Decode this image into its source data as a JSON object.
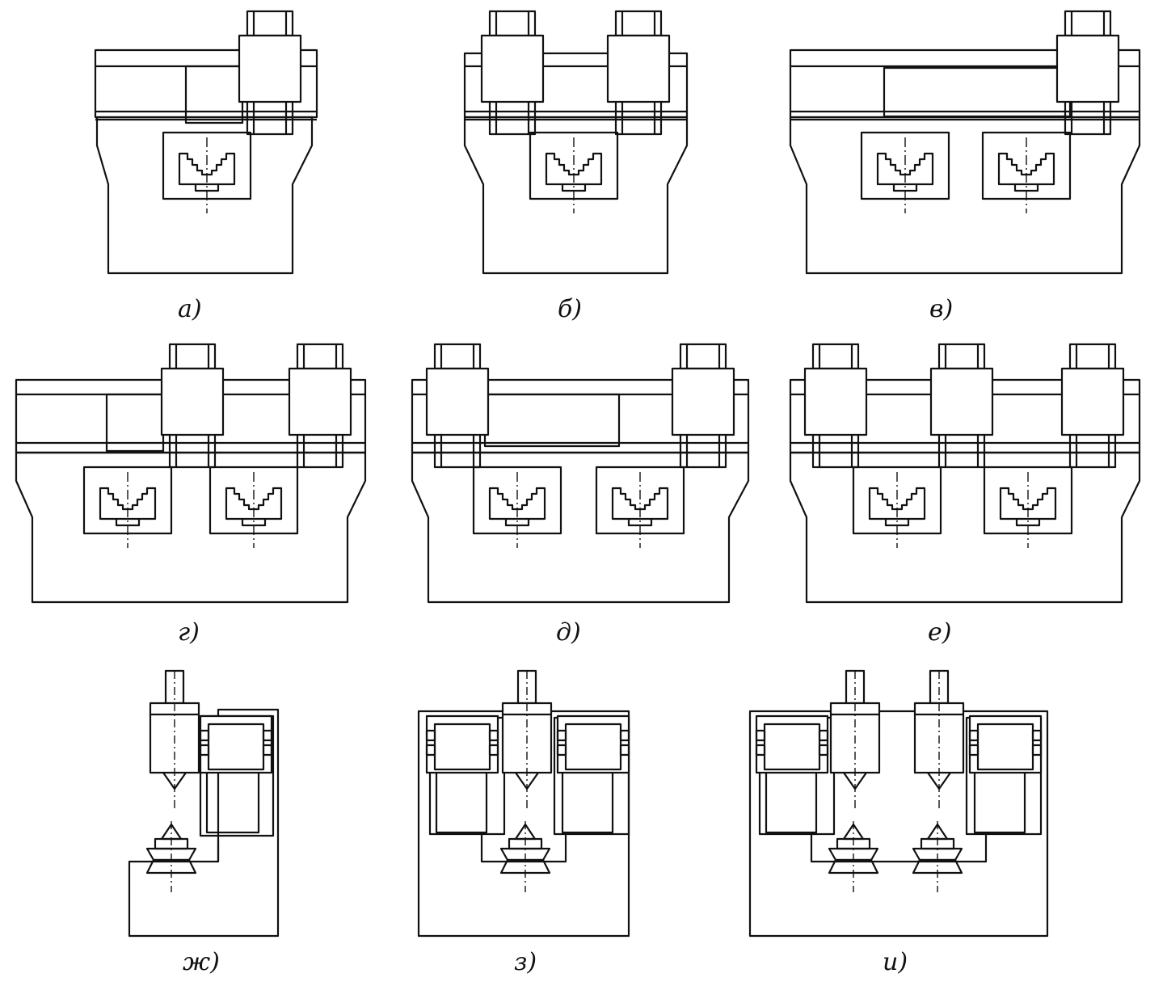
{
  "panels": [
    {
      "id": "a",
      "label": "а)"
    },
    {
      "id": "b",
      "label": "б)"
    },
    {
      "id": "v",
      "label": "в)"
    },
    {
      "id": "g",
      "label": "г)"
    },
    {
      "id": "d",
      "label": "д)"
    },
    {
      "id": "e",
      "label": "е)"
    },
    {
      "id": "zh",
      "label": "ж)"
    },
    {
      "id": "z",
      "label": "з)"
    },
    {
      "id": "i",
      "label": "и)"
    }
  ],
  "colors": {
    "ink": "#111111",
    "paper": "#ffffff"
  }
}
